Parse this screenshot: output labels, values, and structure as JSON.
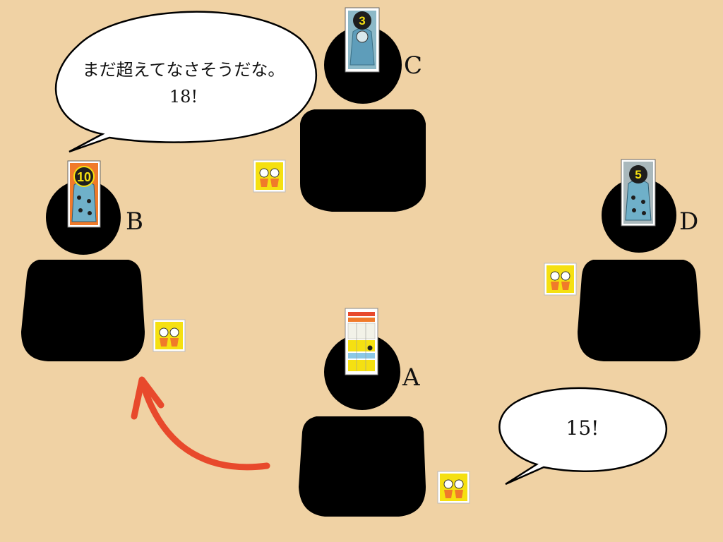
{
  "colors": {
    "background": "#F0D2A4",
    "silhouette": "#000000",
    "arrow": "#E8492C",
    "bubble_fill": "#FFFFFF",
    "card_yellow": "#F5E011",
    "card_orange": "#F07A2A",
    "card_blue": "#6FB0C9"
  },
  "players": {
    "a": {
      "label": "A"
    },
    "b": {
      "label": "B",
      "card_number": "10"
    },
    "c": {
      "label": "C",
      "card_number": "3"
    },
    "d": {
      "label": "D",
      "card_number": "5"
    }
  },
  "bubbles": {
    "b": {
      "line1": "まだ超えてなさそうだな。",
      "line2": "18!"
    },
    "a": {
      "line1": "15!"
    }
  },
  "icons": {
    "token": "twin-kids-token-icon",
    "arrow": "curved-arrow-icon",
    "reference_card": "score-table-card-icon"
  }
}
